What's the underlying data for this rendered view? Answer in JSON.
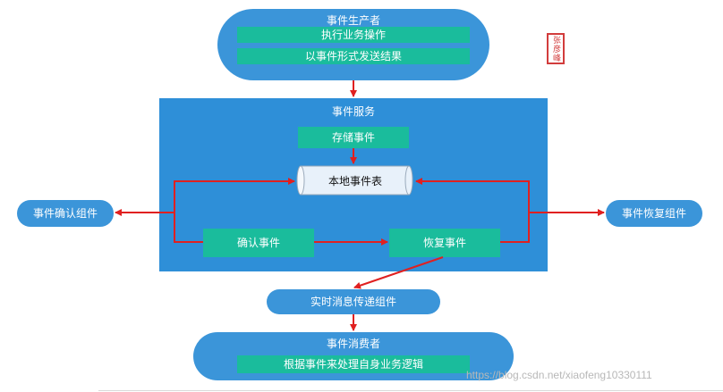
{
  "producer": {
    "title": "事件生产者",
    "step1": "执行业务操作",
    "step2": "以事件形式发送结果"
  },
  "service": {
    "title": "事件服务",
    "store": "存储事件",
    "table": "本地事件表",
    "confirm": "确认事件",
    "recover": "恢复事件"
  },
  "side": {
    "confirm_component": "事件确认组件",
    "recover_component": "事件恢复组件"
  },
  "mq": {
    "label": "实时消息传递组件"
  },
  "consumer": {
    "title": "事件消费者",
    "step1": "根据事件来处理自身业务逻辑"
  },
  "watermark": "https://blog.csdn.net/xiaofeng10330111",
  "stamp": "张彦峰",
  "colors": {
    "blue": "#3b95d9",
    "green": "#1abc9c",
    "arrow": "#e02020"
  }
}
